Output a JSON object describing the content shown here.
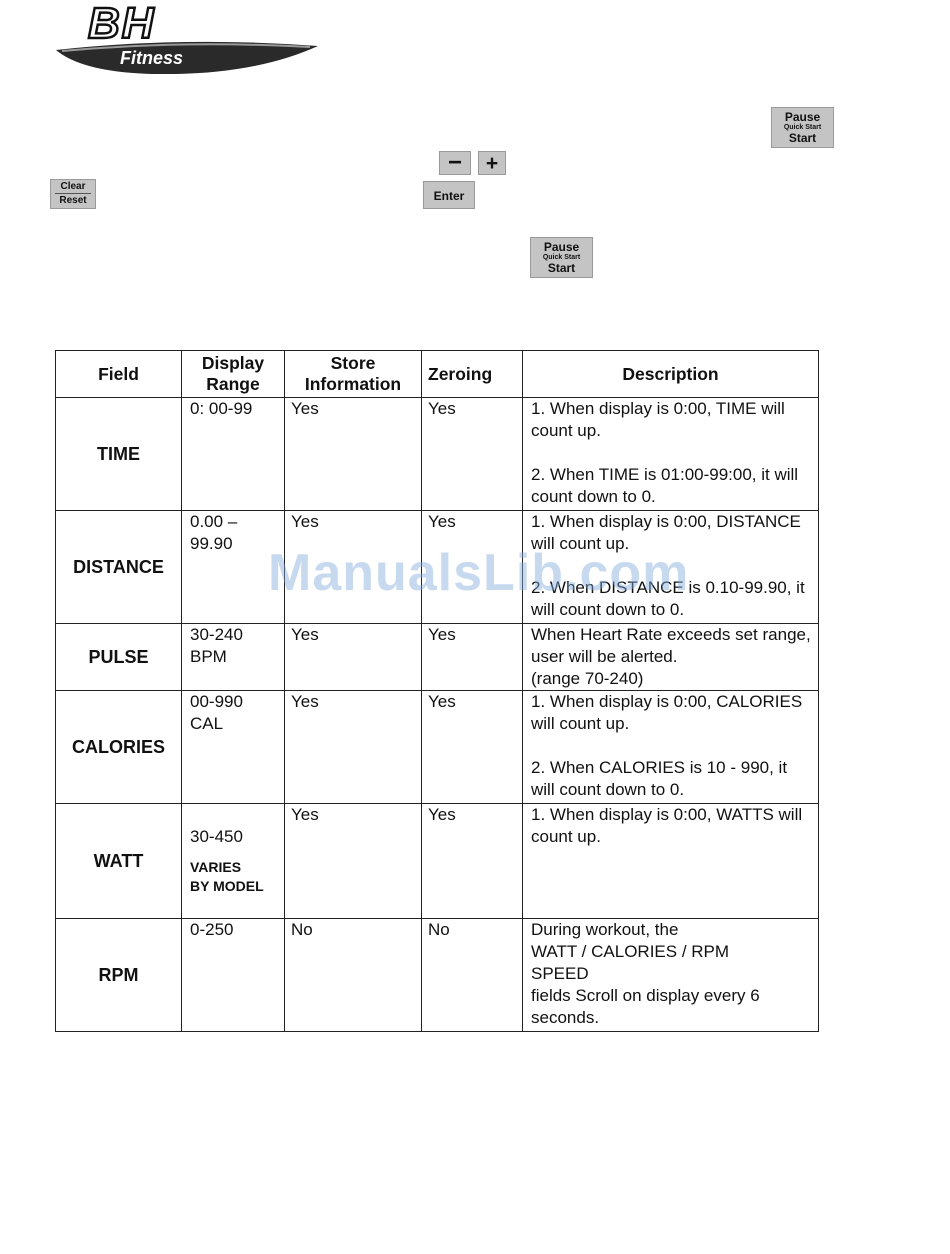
{
  "logo": {
    "brand": "BH",
    "sub": "Fitness"
  },
  "keys": {
    "pause_top": {
      "line1": "Pause",
      "line2": "Quick Start",
      "line3": "Start"
    },
    "minus": "−",
    "plus": "+",
    "clear": {
      "line1": "Clear",
      "line2": "Reset"
    },
    "enter": "Enter",
    "pause_mid": {
      "line1": "Pause",
      "line2": "Quick Start",
      "line3": "Start"
    }
  },
  "table": {
    "headers": [
      "Field",
      "Display Range",
      "Store Information",
      "Zeroing",
      "Description"
    ],
    "rows": [
      {
        "field": "TIME",
        "range": "0:  00-99",
        "store": "Yes",
        "zeroing": "Yes",
        "description": "1.  When display is 0:00, TIME will count up.\n\n2.  When TIME is 01:00-99:00, it will count down to 0."
      },
      {
        "field": "DISTANCE",
        "range": "0.00 –\n99.90",
        "store": "Yes",
        "zeroing": "Yes",
        "description": "1.  When display is 0:00, DISTANCE will count up.\n\n2.  When DISTANCE is 0.10-99.90, it will count down to 0."
      },
      {
        "field": "PULSE",
        "range": "30-240\nBPM",
        "store": "Yes",
        "zeroing": "Yes",
        "description": "When Heart Rate exceeds set range, user will be alerted.\n(range 70-240)"
      },
      {
        "field": "CALORIES",
        "range": "00-990\nCAL",
        "store": "Yes",
        "zeroing": "Yes",
        "description": "1.  When display is 0:00, CALORIES will count up.\n\n2.  When CALORIES is  10 - 990, it will count down to 0."
      },
      {
        "field": "WATT",
        "range": "30-450",
        "range_note": "VARIES\nBY MODEL",
        "store": "Yes",
        "zeroing": "Yes",
        "description": "1.  When display is 0:00, WATTS will count up."
      },
      {
        "field": "RPM",
        "range": "0-250",
        "store": "No",
        "zeroing": "No",
        "description": "During workout, the\nWATT / CALORIES / RPM\nSPEED\nfields Scroll on display every 6 seconds."
      }
    ]
  },
  "watermark": "ManualsLib.com"
}
